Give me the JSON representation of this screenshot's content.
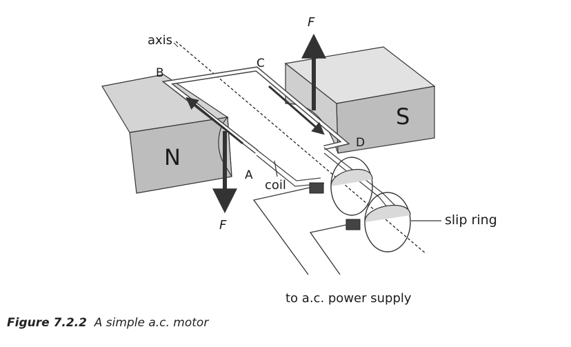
{
  "diagram": {
    "labels": {
      "axis": "axis",
      "b": "B",
      "c": "C",
      "d": "D",
      "a": "A",
      "coil": "coil",
      "north": "N",
      "south": "S",
      "force_top": "F",
      "force_bottom": "F",
      "slip_ring": "slip ring",
      "power": "to a.c. power supply"
    },
    "caption": {
      "figure": "Figure 7.2.2",
      "text": "A simple a.c. motor"
    }
  }
}
